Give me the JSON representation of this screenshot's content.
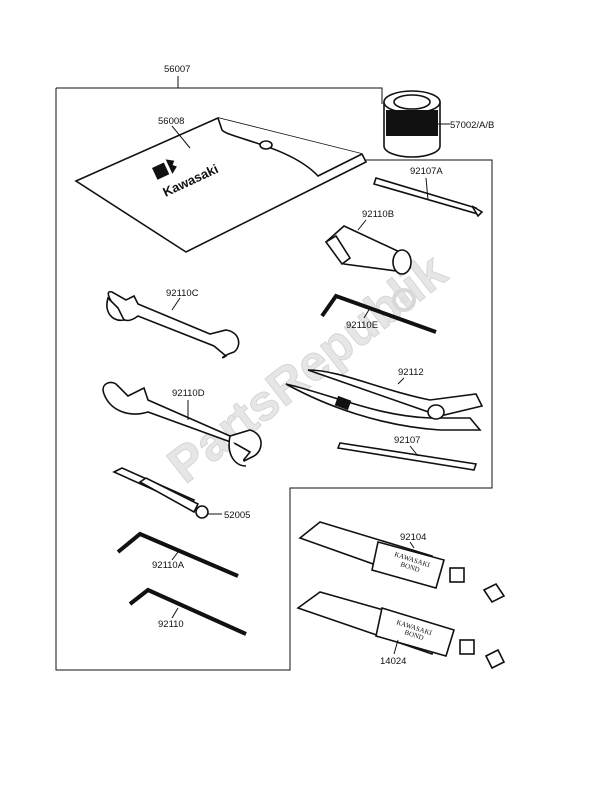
{
  "watermark": "PartsRepublik",
  "brand": "Kawasaki",
  "tube_text": [
    "KAWASAKI",
    "BOND"
  ],
  "parts": [
    {
      "ref": "56007",
      "name": "tool-kit"
    },
    {
      "ref": "56008",
      "name": "tool-pouch"
    },
    {
      "ref": "57002/A/B",
      "name": "grease-can"
    },
    {
      "ref": "92107A",
      "name": "screwdriver-grip"
    },
    {
      "ref": "92110B",
      "name": "plug-wrench"
    },
    {
      "ref": "92110C",
      "name": "open-end-wrench-small"
    },
    {
      "ref": "92110E",
      "name": "hex-key-e"
    },
    {
      "ref": "92112",
      "name": "pliers"
    },
    {
      "ref": "92110D",
      "name": "open-end-wrench-large"
    },
    {
      "ref": "92107",
      "name": "screwdriver-bit"
    },
    {
      "ref": "52005",
      "name": "screwdriver-handle"
    },
    {
      "ref": "92104",
      "name": "bond-tube-upper"
    },
    {
      "ref": "92110A",
      "name": "hex-key-a"
    },
    {
      "ref": "92110",
      "name": "hex-key"
    },
    {
      "ref": "14024",
      "name": "bond-tube-lower"
    }
  ]
}
